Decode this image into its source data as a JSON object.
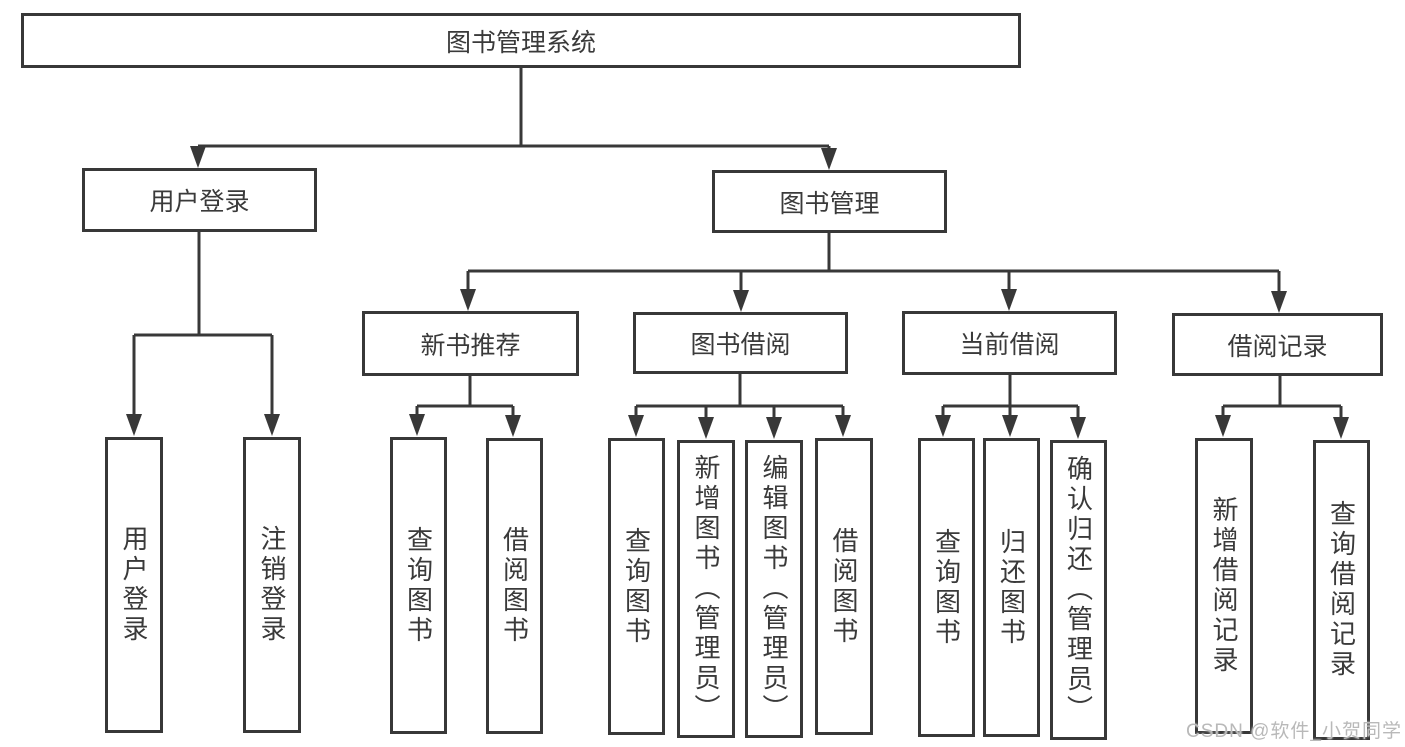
{
  "colors": {
    "line": "#383838",
    "text": "#3a3a3a",
    "watermark": "#b9b9b9",
    "background": "#ffffff"
  },
  "nodes": {
    "root": "图书管理系统",
    "branches": {
      "left": "用户登录",
      "right": "图书管理"
    },
    "sections": [
      "新书推荐",
      "图书借阅",
      "当前借阅",
      "借阅记录"
    ],
    "leaves": {
      "login": [
        "用户登录",
        "注销登录"
      ],
      "recommend": [
        "查询图书",
        "借阅图书"
      ],
      "borrow": [
        "查询图书",
        "新增图书（管理员）",
        "编辑图书（管理员）",
        "借阅图书"
      ],
      "current": [
        "查询图书",
        "归还图书",
        "确认归还（管理员）"
      ],
      "records": [
        "新增借阅记录",
        "查询借阅记录"
      ]
    }
  },
  "watermark": "CSDN @软件_小贺同学"
}
